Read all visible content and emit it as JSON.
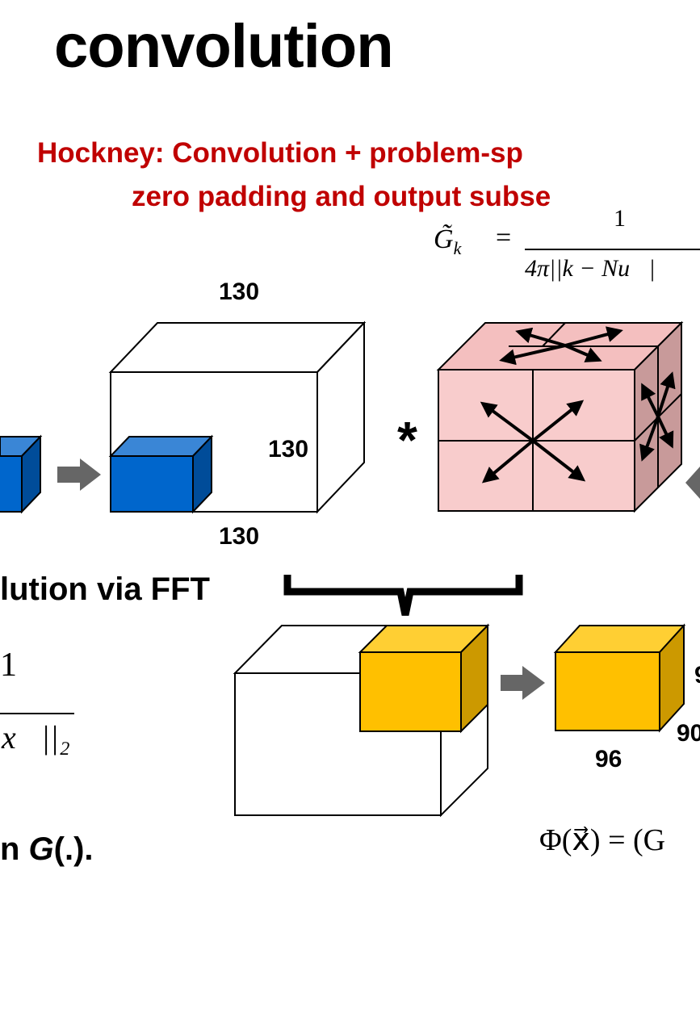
{
  "slide_title": "convolution",
  "subtitle": {
    "line1": "Hockney: Convolution + problem-sp",
    "line2": "zero padding and output subse"
  },
  "labels": {
    "padded_top": "130",
    "padded_right": "130",
    "padded_bottom": "130",
    "convolution_star": "*",
    "output_bottom": "96",
    "output_right": "90",
    "output_right_top": "9"
  },
  "left_text": {
    "via_fft": "lution via FFT",
    "frac_numerator": "1",
    "frac_denominator": "x⃗||₂",
    "function_prefix": "n ",
    "function_name": "G",
    "function_suffix": "(.)."
  },
  "formulas": {
    "gk_lhs": "G̃",
    "gk_sub": "k",
    "gk_eq": "=",
    "gk_num": "1",
    "gk_den": "4π||k − Nu⃗|",
    "phi": "Φ(x⃗) = (G"
  },
  "colors": {
    "blue_front": "#0066cc",
    "blue_top": "#3a86d6",
    "blue_side": "#004c99",
    "pink_front": "#f8cccc",
    "pink_top": "#f4bfbf",
    "pink_side": "#c89a9a",
    "gold_front": "#ffc000",
    "gold_top": "#ffcf33",
    "gold_side": "#cc9900",
    "arrow_gray": "#666666",
    "subtitle_red": "#c00000"
  }
}
